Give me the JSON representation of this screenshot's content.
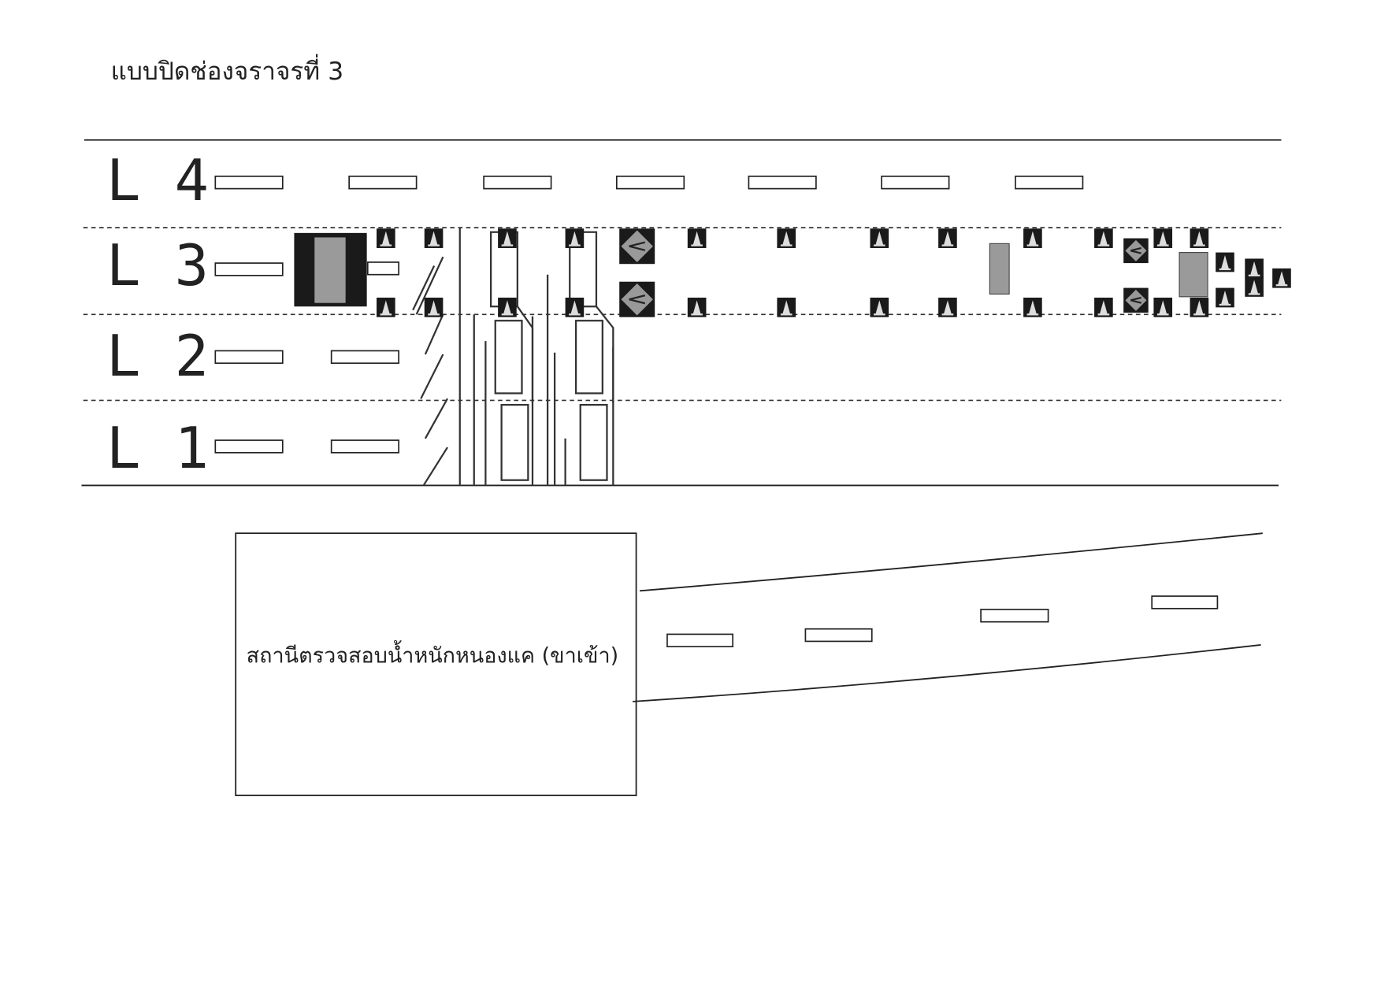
{
  "title": "แบบปิดช่องจราจรที่ 3",
  "lanes": [
    {
      "label": "L 4"
    },
    {
      "label": "L 3"
    },
    {
      "label": "L 2"
    },
    {
      "label": "L 1"
    }
  ],
  "station": {
    "label": "สถานีตรวจสอบน้ำหนักหนองแค (ขาเข้า)"
  },
  "colors": {
    "line": "#222222",
    "sign": "#1a1a1a",
    "board": "#9a9a9a"
  }
}
